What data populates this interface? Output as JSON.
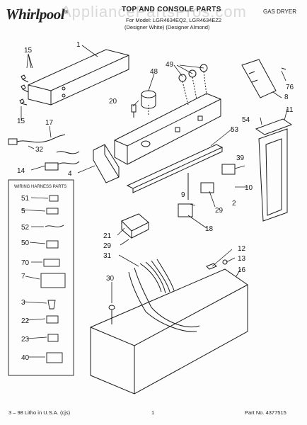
{
  "header": {
    "brand": "Whirlpool",
    "title": "TOP AND CONSOLE PARTS",
    "models_line": "For Model: LGR4634EQ2, LGR4634EZ2",
    "color_line": "(Designer White) (Designer Almond)",
    "dryer_type": "GAS DRYER"
  },
  "watermark": "AppliancePartsPros.com",
  "footer": {
    "litho": "3 – 98 Litho in U.S.A. (cjs)",
    "page": "1",
    "part_no": "Part No. 4377515"
  },
  "wiring_box": {
    "title": "WIRING HARNESS PARTS",
    "items": [
      "51",
      "5",
      "52",
      "50",
      "70",
      "7",
      "3",
      "22",
      "23",
      "40"
    ]
  },
  "callouts": {
    "c1": "1",
    "c15a": "15",
    "c15b": "15",
    "c17": "17",
    "c32": "32",
    "c14": "14",
    "c4": "4",
    "c48": "48",
    "c20": "20",
    "c49": "49",
    "c76": "76",
    "c8": "8",
    "c11": "11",
    "c54": "54",
    "c53": "53",
    "c39": "39",
    "c10": "10",
    "c9": "9",
    "c2": "2",
    "c29a": "29",
    "c29b": "29",
    "c18": "18",
    "c21": "21",
    "c31": "31",
    "c12": "12",
    "c13": "13",
    "c16": "16",
    "c30": "30"
  },
  "colors": {
    "ink": "#1a1a1a",
    "paper": "#fdfdfd"
  }
}
